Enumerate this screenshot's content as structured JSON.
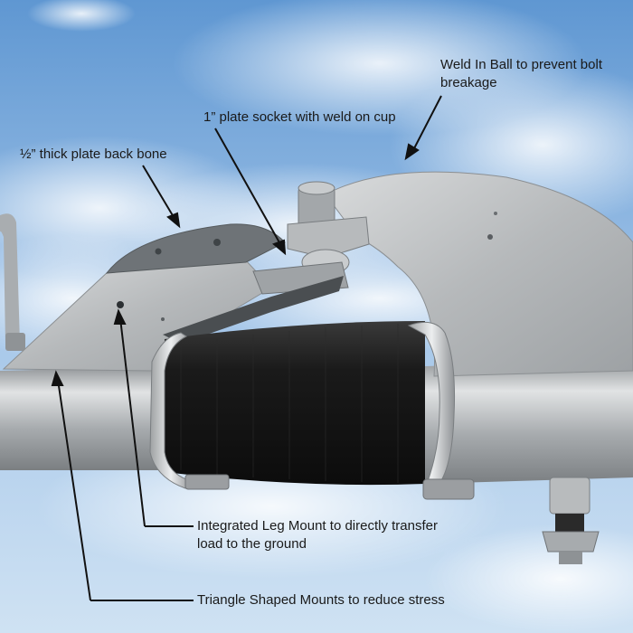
{
  "annotations": {
    "weld_ball": {
      "line1": "Weld In Ball to prevent bolt",
      "line2": "breakage"
    },
    "plate_socket": "1” plate socket with weld on cup",
    "back_bone": "½” thick plate back bone",
    "leg_mount": {
      "line1": "Integrated Leg Mount to directly transfer",
      "line2": "load to the ground"
    },
    "triangle_mounts": "Triangle Shaped Mounts to reduce stress"
  },
  "colors": {
    "sky_top": "#5f97d2",
    "sky_bottom": "#cfe2f3",
    "galvanized": "#b9bcbe",
    "boot": "#1e1e1e",
    "clamp": "#d4d6d8",
    "leader": "#111111"
  }
}
